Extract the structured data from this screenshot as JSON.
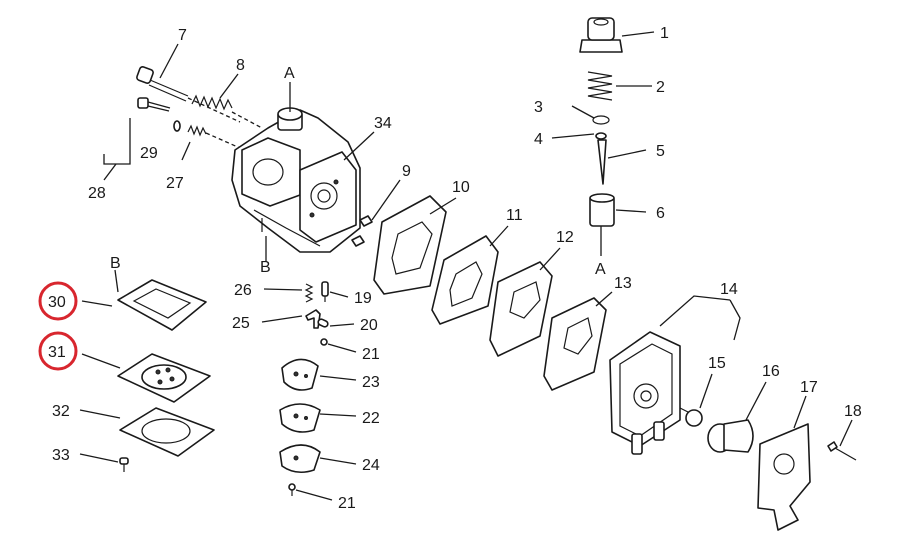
{
  "highlight_color": "#d8262e",
  "callouts": {
    "c1": "1",
    "c2": "2",
    "c3": "3",
    "c4": "4",
    "c5": "5",
    "c6": "6",
    "c7": "7",
    "c8": "8",
    "c9": "9",
    "c10": "10",
    "c11": "11",
    "c12": "12",
    "c13": "13",
    "c14": "14",
    "c15": "15",
    "c16": "16",
    "c17": "17",
    "c18": "18",
    "c19": "19",
    "c20": "20",
    "c21a": "21",
    "c21b": "21",
    "c22": "22",
    "c23": "23",
    "c24": "24",
    "c25": "25",
    "c26": "26",
    "c27": "27",
    "c28": "28",
    "c29": "29",
    "c30": "30",
    "c31": "31",
    "c32": "32",
    "c33": "33",
    "c34": "34"
  },
  "refs": {
    "a_top": "A",
    "a_right": "A",
    "b_body": "B",
    "b_kit": "B"
  },
  "highlighted": [
    "30",
    "31"
  ]
}
